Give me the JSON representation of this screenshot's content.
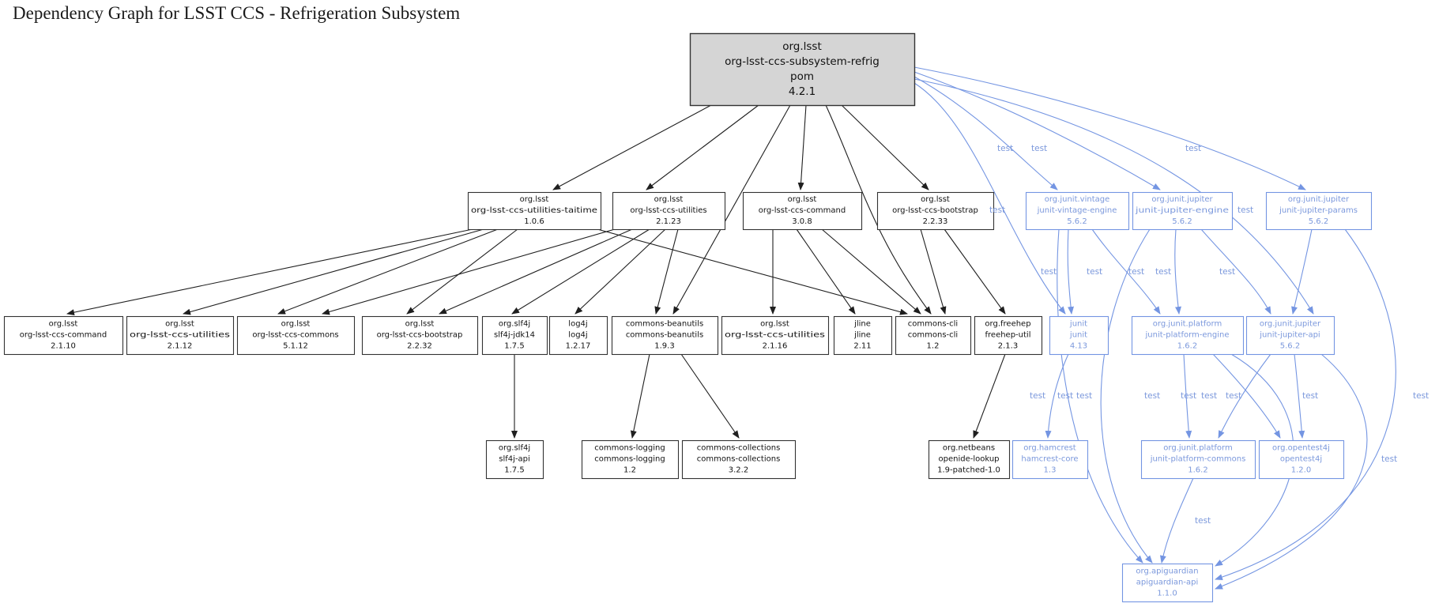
{
  "title": "Dependency Graph for LSST CCS - Refrigeration Subsystem",
  "edge_label_text": "test",
  "colors": {
    "root_fill": "#d5d5d5",
    "node_fill": "#ffffff",
    "node_border": "#333333",
    "node_text": "#111111",
    "black_edge": "#1f1f1f",
    "test_blue": "#7495e2",
    "test_blue_text": "#7b98dc"
  },
  "nodes": [
    {
      "id": "root",
      "style": "root",
      "lines": [
        "org.lsst",
        "org-lsst-ccs-subsystem-refrig",
        "pom",
        "4.2.1"
      ]
    },
    {
      "id": "taitime",
      "style": "module",
      "lines": [
        "org.lsst",
        "org-lsst-ccs-utilities-taitime",
        "1.0.6"
      ]
    },
    {
      "id": "util23",
      "style": "module",
      "lines": [
        "org.lsst",
        "org-lsst-ccs-utilities",
        "2.1.23"
      ]
    },
    {
      "id": "cmd308",
      "style": "module",
      "lines": [
        "org.lsst",
        "org-lsst-ccs-command",
        "3.0.8"
      ]
    },
    {
      "id": "boot233",
      "style": "module",
      "lines": [
        "org.lsst",
        "org-lsst-ccs-bootstrap",
        "2.2.33"
      ]
    },
    {
      "id": "vintage",
      "style": "test",
      "lines": [
        "org.junit.vintage",
        "junit-vintage-engine",
        "5.6.2"
      ]
    },
    {
      "id": "jengine",
      "style": "test",
      "lines": [
        "org.junit.jupiter",
        "junit-jupiter-engine",
        "5.6.2"
      ]
    },
    {
      "id": "jparams",
      "style": "test",
      "lines": [
        "org.junit.jupiter",
        "junit-jupiter-params",
        "5.6.2"
      ]
    },
    {
      "id": "cmd2110",
      "style": "module",
      "lines": [
        "org.lsst",
        "org-lsst-ccs-command",
        "2.1.10"
      ]
    },
    {
      "id": "util2112",
      "style": "module",
      "lines": [
        "org.lsst",
        "org-lsst-ccs-utilities",
        "2.1.12"
      ]
    },
    {
      "id": "commons5112",
      "style": "module",
      "lines": [
        "org.lsst",
        "org-lsst-ccs-commons",
        "5.1.12"
      ]
    },
    {
      "id": "boot2232",
      "style": "module",
      "lines": [
        "org.lsst",
        "org-lsst-ccs-bootstrap",
        "2.2.32"
      ]
    },
    {
      "id": "slf4jjdk14",
      "style": "module",
      "lines": [
        "org.slf4j",
        "slf4j-jdk14",
        "1.7.5"
      ]
    },
    {
      "id": "log4j",
      "style": "module",
      "lines": [
        "log4j",
        "log4j",
        "1.2.17"
      ]
    },
    {
      "id": "beanutils",
      "style": "module",
      "lines": [
        "commons-beanutils",
        "commons-beanutils",
        "1.9.3"
      ]
    },
    {
      "id": "util2116",
      "style": "module",
      "lines": [
        "org.lsst",
        "org-lsst-ccs-utilities",
        "2.1.16"
      ]
    },
    {
      "id": "jline",
      "style": "module",
      "lines": [
        "jline",
        "jline",
        "2.11"
      ]
    },
    {
      "id": "ccli",
      "style": "module",
      "lines": [
        "commons-cli",
        "commons-cli",
        "1.2"
      ]
    },
    {
      "id": "freehep",
      "style": "module",
      "lines": [
        "org.freehep",
        "freehep-util",
        "2.1.3"
      ]
    },
    {
      "id": "junit",
      "style": "test",
      "lines": [
        "junit",
        "junit",
        "4.13"
      ]
    },
    {
      "id": "pengine",
      "style": "test",
      "lines": [
        "org.junit.platform",
        "junit-platform-engine",
        "1.6.2"
      ]
    },
    {
      "id": "japi",
      "style": "test",
      "lines": [
        "org.junit.jupiter",
        "junit-jupiter-api",
        "5.6.2"
      ]
    },
    {
      "id": "slf4japi",
      "style": "module",
      "lines": [
        "org.slf4j",
        "slf4j-api",
        "1.7.5"
      ]
    },
    {
      "id": "clogging",
      "style": "module",
      "lines": [
        "commons-logging",
        "commons-logging",
        "1.2"
      ]
    },
    {
      "id": "ccollections",
      "style": "module",
      "lines": [
        "commons-collections",
        "commons-collections",
        "3.2.2"
      ]
    },
    {
      "id": "openide",
      "style": "module",
      "lines": [
        "org.netbeans",
        "openide-lookup",
        "1.9-patched-1.0"
      ]
    },
    {
      "id": "hamcrest",
      "style": "test",
      "lines": [
        "org.hamcrest",
        "hamcrest-core",
        "1.3"
      ]
    },
    {
      "id": "pcommons",
      "style": "test",
      "lines": [
        "org.junit.platform",
        "junit-platform-commons",
        "1.6.2"
      ]
    },
    {
      "id": "otest4j",
      "style": "test",
      "lines": [
        "org.opentest4j",
        "opentest4j",
        "1.2.0"
      ]
    },
    {
      "id": "apiguardian",
      "style": "test",
      "lines": [
        "org.apiguardian",
        "apiguardian-api",
        "1.1.0"
      ]
    }
  ],
  "edges": [
    {
      "from": "root",
      "to": "taitime",
      "scope": "compile"
    },
    {
      "from": "root",
      "to": "util23",
      "scope": "compile"
    },
    {
      "from": "root",
      "to": "cmd308",
      "scope": "compile"
    },
    {
      "from": "root",
      "to": "boot233",
      "scope": "compile"
    },
    {
      "from": "root",
      "to": "beanutils",
      "scope": "compile"
    },
    {
      "from": "root",
      "to": "ccli",
      "scope": "compile"
    },
    {
      "from": "taitime",
      "to": "cmd2110",
      "scope": "compile"
    },
    {
      "from": "taitime",
      "to": "util2112",
      "scope": "compile"
    },
    {
      "from": "taitime",
      "to": "commons5112",
      "scope": "compile"
    },
    {
      "from": "taitime",
      "to": "boot2232",
      "scope": "compile"
    },
    {
      "from": "taitime",
      "to": "ccli",
      "scope": "compile"
    },
    {
      "from": "util23",
      "to": "commons5112",
      "scope": "compile"
    },
    {
      "from": "util23",
      "to": "boot2232",
      "scope": "compile"
    },
    {
      "from": "util23",
      "to": "slf4jjdk14",
      "scope": "compile"
    },
    {
      "from": "util23",
      "to": "log4j",
      "scope": "compile"
    },
    {
      "from": "util23",
      "to": "beanutils",
      "scope": "compile"
    },
    {
      "from": "cmd308",
      "to": "util2116",
      "scope": "compile"
    },
    {
      "from": "cmd308",
      "to": "jline",
      "scope": "compile"
    },
    {
      "from": "cmd308",
      "to": "ccli",
      "scope": "compile"
    },
    {
      "from": "boot233",
      "to": "ccli",
      "scope": "compile"
    },
    {
      "from": "boot233",
      "to": "freehep",
      "scope": "compile"
    },
    {
      "from": "slf4jjdk14",
      "to": "slf4japi",
      "scope": "compile"
    },
    {
      "from": "beanutils",
      "to": "clogging",
      "scope": "compile"
    },
    {
      "from": "beanutils",
      "to": "ccollections",
      "scope": "compile"
    },
    {
      "from": "freehep",
      "to": "openide",
      "scope": "compile"
    },
    {
      "from": "root",
      "to": "vintage",
      "scope": "test"
    },
    {
      "from": "root",
      "to": "jengine",
      "scope": "test"
    },
    {
      "from": "root",
      "to": "jparams",
      "scope": "test"
    },
    {
      "from": "root",
      "to": "junit",
      "scope": "test"
    },
    {
      "from": "root",
      "to": "japi",
      "scope": "test"
    },
    {
      "from": "vintage",
      "to": "junit",
      "scope": "test"
    },
    {
      "from": "vintage",
      "to": "pengine",
      "scope": "test"
    },
    {
      "from": "jengine",
      "to": "pengine",
      "scope": "test"
    },
    {
      "from": "jengine",
      "to": "japi",
      "scope": "test"
    },
    {
      "from": "jparams",
      "to": "japi",
      "scope": "test"
    },
    {
      "from": "junit",
      "to": "hamcrest",
      "scope": "test"
    },
    {
      "from": "vintage",
      "to": "apiguardian",
      "scope": "test"
    },
    {
      "from": "jengine",
      "to": "apiguardian",
      "scope": "test"
    },
    {
      "from": "jparams",
      "to": "apiguardian",
      "scope": "test"
    },
    {
      "from": "pengine",
      "to": "pcommons",
      "scope": "test"
    },
    {
      "from": "pengine",
      "to": "otest4j",
      "scope": "test"
    },
    {
      "from": "japi",
      "to": "pcommons",
      "scope": "test"
    },
    {
      "from": "japi",
      "to": "otest4j",
      "scope": "test"
    },
    {
      "from": "pengine",
      "to": "apiguardian",
      "scope": "test"
    },
    {
      "from": "japi",
      "to": "apiguardian",
      "scope": "test"
    },
    {
      "from": "pcommons",
      "to": "apiguardian",
      "scope": "test"
    }
  ]
}
